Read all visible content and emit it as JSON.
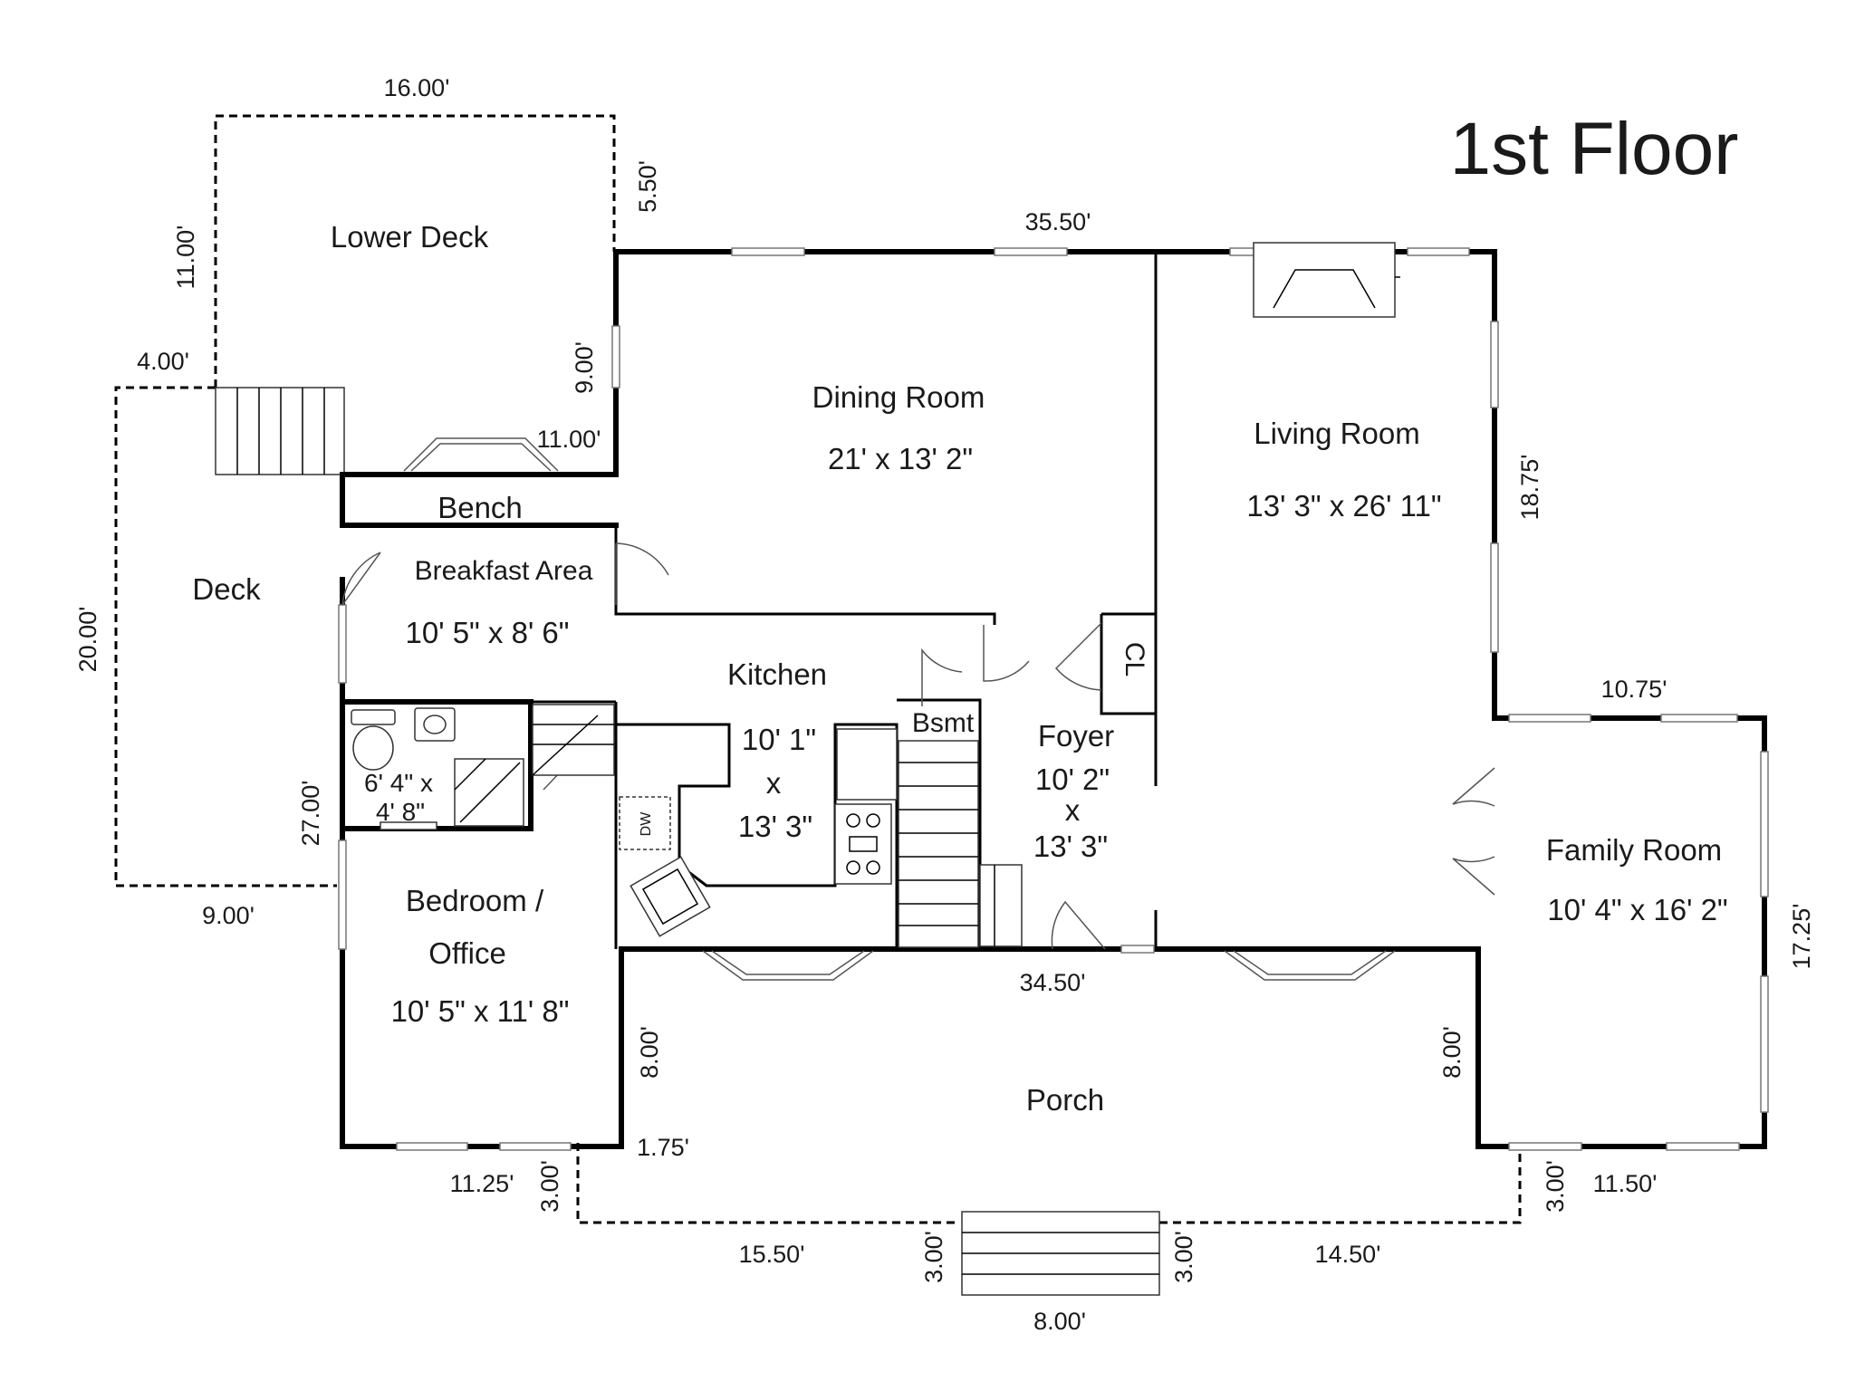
{
  "title": "1st Floor",
  "rooms": {
    "lower_deck": "Lower Deck",
    "deck": "Deck",
    "bench": "Bench",
    "breakfast": "Breakfast Area",
    "breakfast_dim": "10' 5\" x 8' 6\"",
    "dining": "Dining Room",
    "dining_dim": "21' x 13' 2\"",
    "living": "Living Room",
    "living_dim": "13' 3\" x 26' 11\"",
    "kitchen": "Kitchen",
    "kitchen_dim1": "10' 1\"",
    "kitchen_x": "x",
    "kitchen_dim2": "13' 3\"",
    "bsmt": "Bsmt",
    "cl": "CL",
    "foyer": "Foyer",
    "foyer_dim1": "10' 2\"",
    "foyer_x": "x",
    "foyer_dim2": "13' 3\"",
    "bath_dim1": "6' 4\" x",
    "bath_dim2": "4' 8\"",
    "dw": "DW",
    "bedroom1": "Bedroom /",
    "bedroom2": "Office",
    "bedroom_dim": "10' 5\" x 11' 8\"",
    "family": "Family Room",
    "family_dim": "10' 4\" x 16' 2\"",
    "porch": "Porch"
  },
  "dims": {
    "lower_deck_width": "16.00'",
    "lower_deck_depth": "11.00'",
    "offset_5_50": "5.50'",
    "top_35_50": "35.50'",
    "deck_4_00": "4.00'",
    "wall_9_00": "9.00'",
    "wall_11_00": "11.00'",
    "deck_20_00": "20.00'",
    "side_27_00": "27.00'",
    "deck_9_00": "9.00'",
    "living_18_75": "18.75'",
    "family_10_75": "10.75'",
    "family_17_25": "17.25'",
    "front_34_50": "34.50'",
    "porch_left_8_00": "8.00'",
    "porch_right_8_00": "8.00'",
    "offset_1_75": "1.75'",
    "bedroom_11_25": "11.25'",
    "porch_left_3_00": "3.00'",
    "porch_right_3_00": "3.00'",
    "family_11_50": "11.50'",
    "porch_15_50": "15.50'",
    "porch_14_50": "14.50'",
    "steps_left_3_00": "3.00'",
    "steps_right_3_00": "3.00'",
    "steps_8_00": "8.00'"
  }
}
